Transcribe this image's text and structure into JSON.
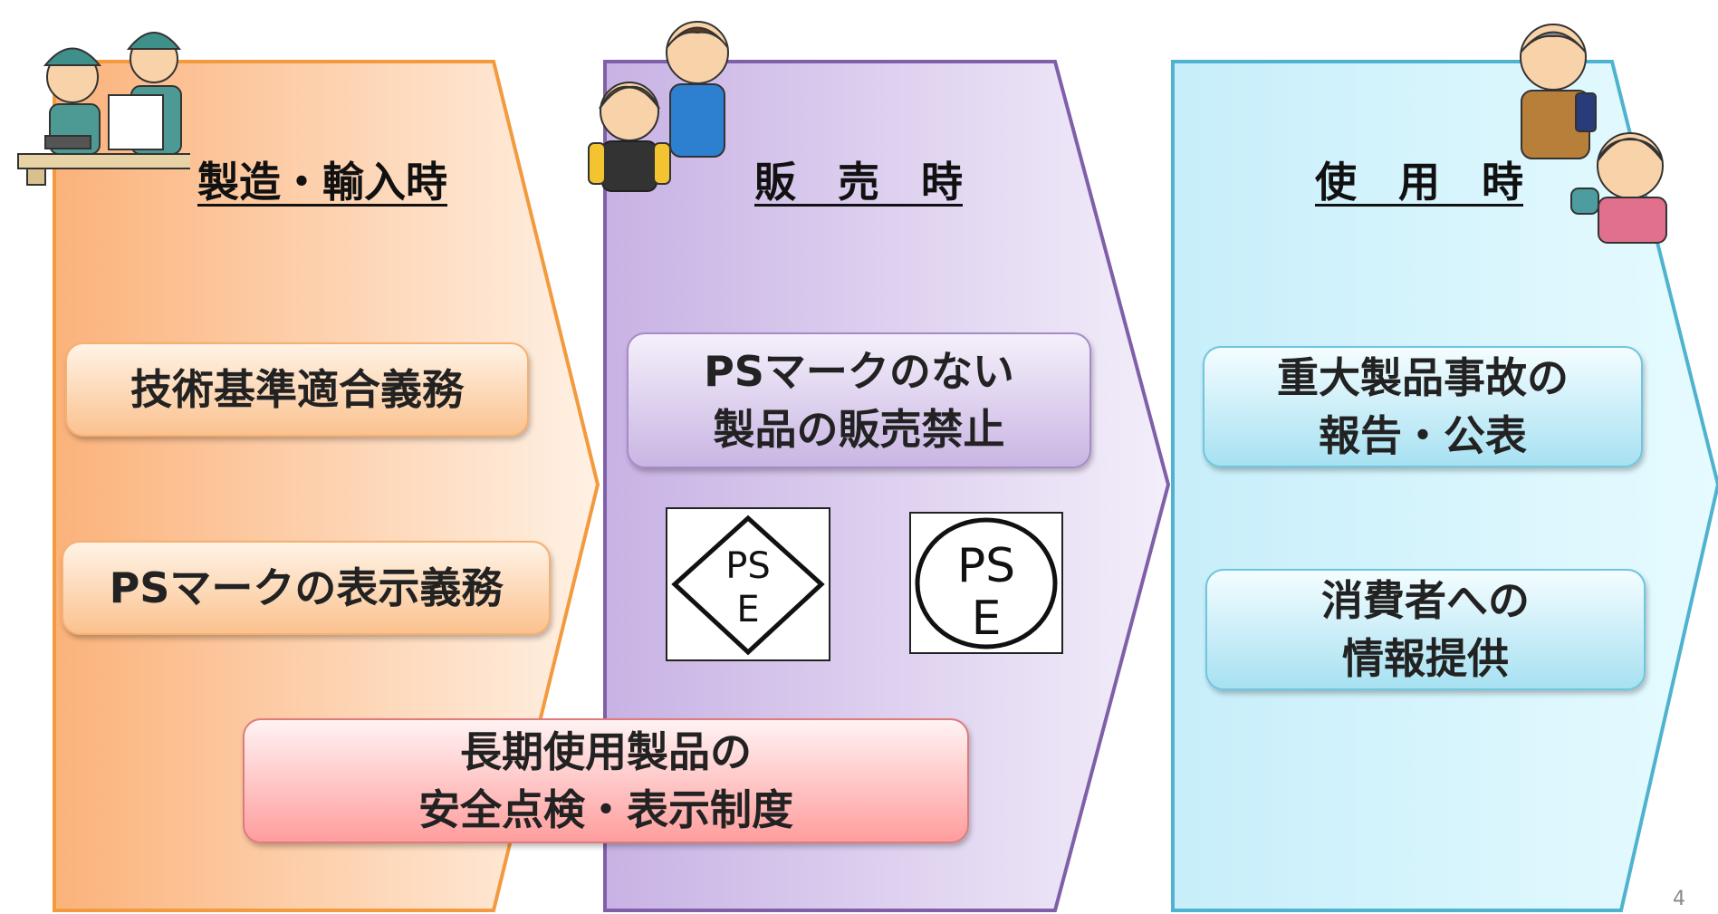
{
  "stages": [
    {
      "heading": "製造・輸入時"
    },
    {
      "heading": "販　売　時"
    },
    {
      "heading": "使　用　時"
    }
  ],
  "boxes": {
    "tech_standard": "技術基準適合義務",
    "ps_display": "PSマークの表示義務",
    "sale_ban": "PSマークのない\n製品の販売禁止",
    "accident_report": "重大製品事故の\n報告・公表",
    "consumer_info": "消費者への\n情報提供",
    "long_term": "長期使用製品の\n安全点検・表示制度"
  },
  "marks": {
    "diamond": {
      "top": "PS",
      "bottom": "E"
    },
    "circle": {
      "top": "PS",
      "bottom": "E"
    }
  },
  "page_number": "4",
  "colors": {
    "orange": "#f39a3e",
    "purple": "#7f5fa8",
    "blue": "#4fb3cf"
  }
}
